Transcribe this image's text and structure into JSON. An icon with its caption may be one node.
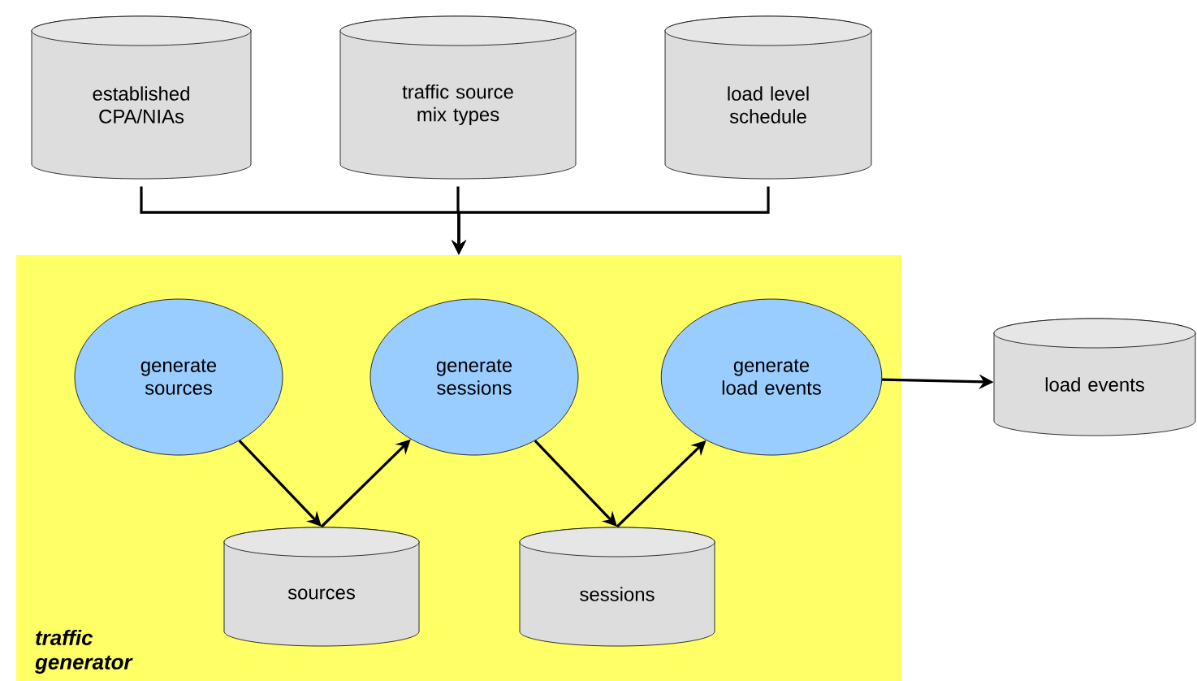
{
  "diagram": {
    "nodes": [
      {
        "text": [
          "traffic generator"
        ]
      },
      {
        "text": [
          "established CPA/NIAs"
        ]
      },
      {
        "text": [
          "traffic source mix types"
        ]
      },
      {
        "text": [
          "load level schedule"
        ]
      },
      {
        "text": [
          "generate sources"
        ],
        "in": 0
      },
      {
        "text": [
          "generate sessions"
        ],
        "in": 0
      },
      {
        "text": [
          "generate load events"
        ],
        "in": 0
      },
      {
        "text": [
          "sources"
        ],
        "in": 0
      },
      {
        "text": [
          "sessions"
        ],
        "in": 0
      },
      {
        "text": [
          "load events"
        ]
      }
    ],
    "edges": [
      {
        "from": 1,
        "to": 0,
        "arrow": "to"
      },
      {
        "from": 2,
        "to": 0,
        "arrow": "to"
      },
      {
        "from": 3,
        "to": 0,
        "arrow": "to"
      },
      {
        "from": 4,
        "to": 7,
        "arrow": "to"
      },
      {
        "from": 7,
        "to": 5,
        "arrow": "to"
      },
      {
        "from": 5,
        "to": 8,
        "arrow": "to"
      },
      {
        "from": 8,
        "to": 6,
        "arrow": "to"
      },
      {
        "from": 6,
        "to": 9,
        "arrow": "to"
      }
    ]
  }
}
